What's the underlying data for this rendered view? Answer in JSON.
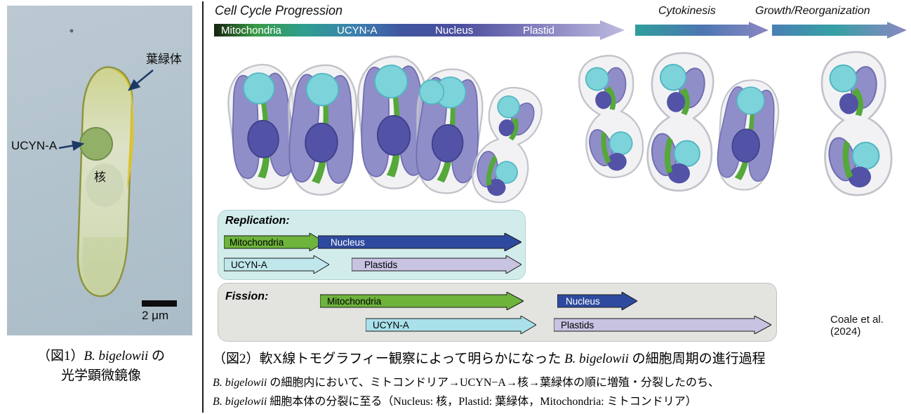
{
  "figure1": {
    "annotations": {
      "chloroplast": "葉緑体",
      "ucyn_a": "UCYN-A",
      "nucleus": "核"
    },
    "scale_bar": "2 μm",
    "caption": {
      "prefix": "（図1）",
      "species": "B. bigelowii",
      "suffix": " の",
      "line2": "光学顕微鏡像"
    }
  },
  "figure2": {
    "progression_title": "Cell Cycle Progression",
    "stages": [
      "Mitochondria",
      "UCYN-A",
      "Nucleus",
      "Plastid"
    ],
    "cytokinesis_title": "Cytokinesis",
    "growth_title": "Growth/Reorganization",
    "replication": {
      "title": "Replication:",
      "arrows": [
        {
          "label": "Mitochondria",
          "color": "#6db33c"
        },
        {
          "label": "Nucleus",
          "color": "#2e4a9e"
        },
        {
          "label": "UCYN-A",
          "color": "#bfe7ec"
        },
        {
          "label": "Plastids",
          "color": "#c9c3e2"
        }
      ]
    },
    "fission": {
      "title": "Fission:",
      "arrows": [
        {
          "label": "Mitochondria",
          "color": "#6db33c"
        },
        {
          "label": "Nucleus",
          "color": "#2e4a9e"
        },
        {
          "label": "UCYN-A",
          "color": "#a9e0ea"
        },
        {
          "label": "Plastids",
          "color": "#c9c3e2"
        }
      ]
    },
    "credit": "Coale et al. (2024)",
    "caption": {
      "prefix": "（図2）軟X線トモグラフィー観察によって明らかになった ",
      "species": "B. bigelowii",
      "suffix": " の細胞周期の進行過程"
    },
    "description": {
      "species1": "B. bigelowii",
      "line1": " の細胞内において、ミトコンドリア→UCYN−A→核→葉緑体の順に増殖・分裂したのち、",
      "species2": "B. bigelowii",
      "line2": " 細胞本体の分裂に至る（Nucleus: 核，Plastid: 葉緑体，Mitochondria: ミトコンドリア）"
    }
  },
  "organelle_colors": {
    "mitochondria": "#55a83a",
    "ucyn_a": "#7dd3da",
    "nucleus": "#5252a6",
    "plastid": "#908ec9",
    "membrane": "#e2e2e6"
  }
}
